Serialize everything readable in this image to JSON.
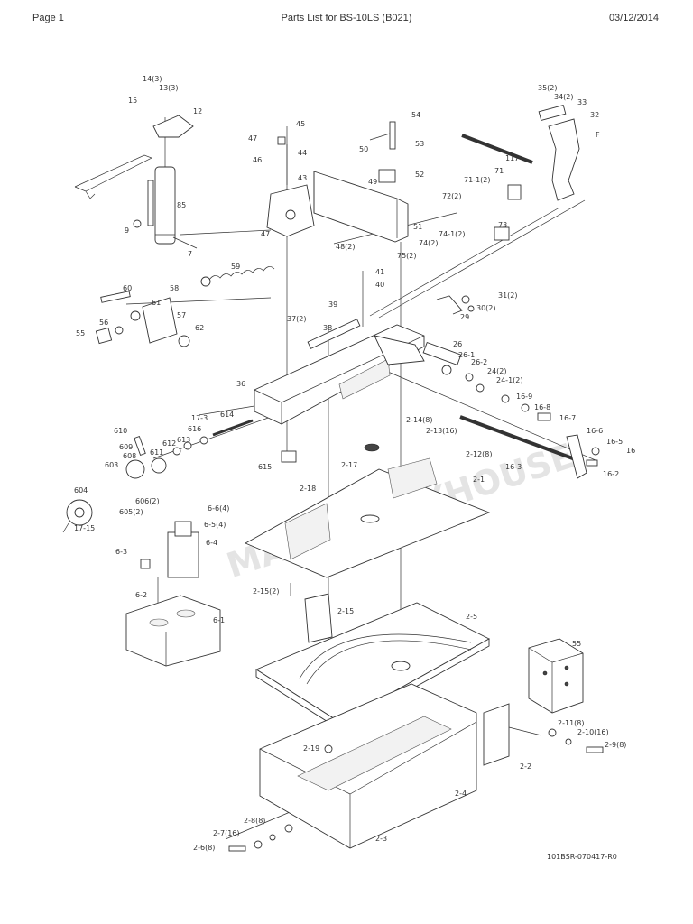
{
  "header": {
    "page": "Page 1",
    "title": "Parts List for BS-10LS (B021)",
    "date": "03/12/2014"
  },
  "watermark": "MACHINERYHOUSE",
  "drawing_code": "101BSR-070417-R0",
  "callouts": [
    "14(3)",
    "13(3)",
    "15",
    "12",
    "85",
    "9",
    "7",
    "45",
    "47",
    "44",
    "46",
    "43",
    "47",
    "54",
    "50",
    "53",
    "49",
    "52",
    "51",
    "48(2)",
    "35(2)",
    "34(2)",
    "33",
    "32",
    "117",
    "F",
    "71",
    "71-1(2)",
    "72(2)",
    "73",
    "74-1(2)",
    "74(2)",
    "75(2)",
    "59",
    "60",
    "58",
    "61",
    "57",
    "56",
    "55",
    "62",
    "41",
    "40",
    "39",
    "37(2)",
    "38",
    "31(2)",
    "30(2)",
    "29",
    "26",
    "26-1",
    "26-2",
    "24(2)",
    "24-1(2)",
    "36",
    "17-3",
    "614",
    "616",
    "613",
    "612",
    "610",
    "609",
    "608",
    "611",
    "603",
    "604",
    "606(2)",
    "605(2)",
    "17-15",
    "615",
    "2-14(8)",
    "2-13(16)",
    "2-12(8)",
    "2-17",
    "2-18",
    "2-1",
    "16-9",
    "16-8",
    "16-7",
    "16-6",
    "16-5",
    "16",
    "16-2",
    "16-3",
    "6-6(4)",
    "6-5(4)",
    "6-3",
    "6-4",
    "6-2",
    "6-1",
    "2-15(2)",
    "2-15",
    "2-5",
    "55",
    "2-11(8)",
    "2-10(16)",
    "2-9(8)",
    "2-2",
    "2-19",
    "2-4",
    "2-3",
    "2-8(8)",
    "2-7(16)",
    "2-6(8)"
  ]
}
